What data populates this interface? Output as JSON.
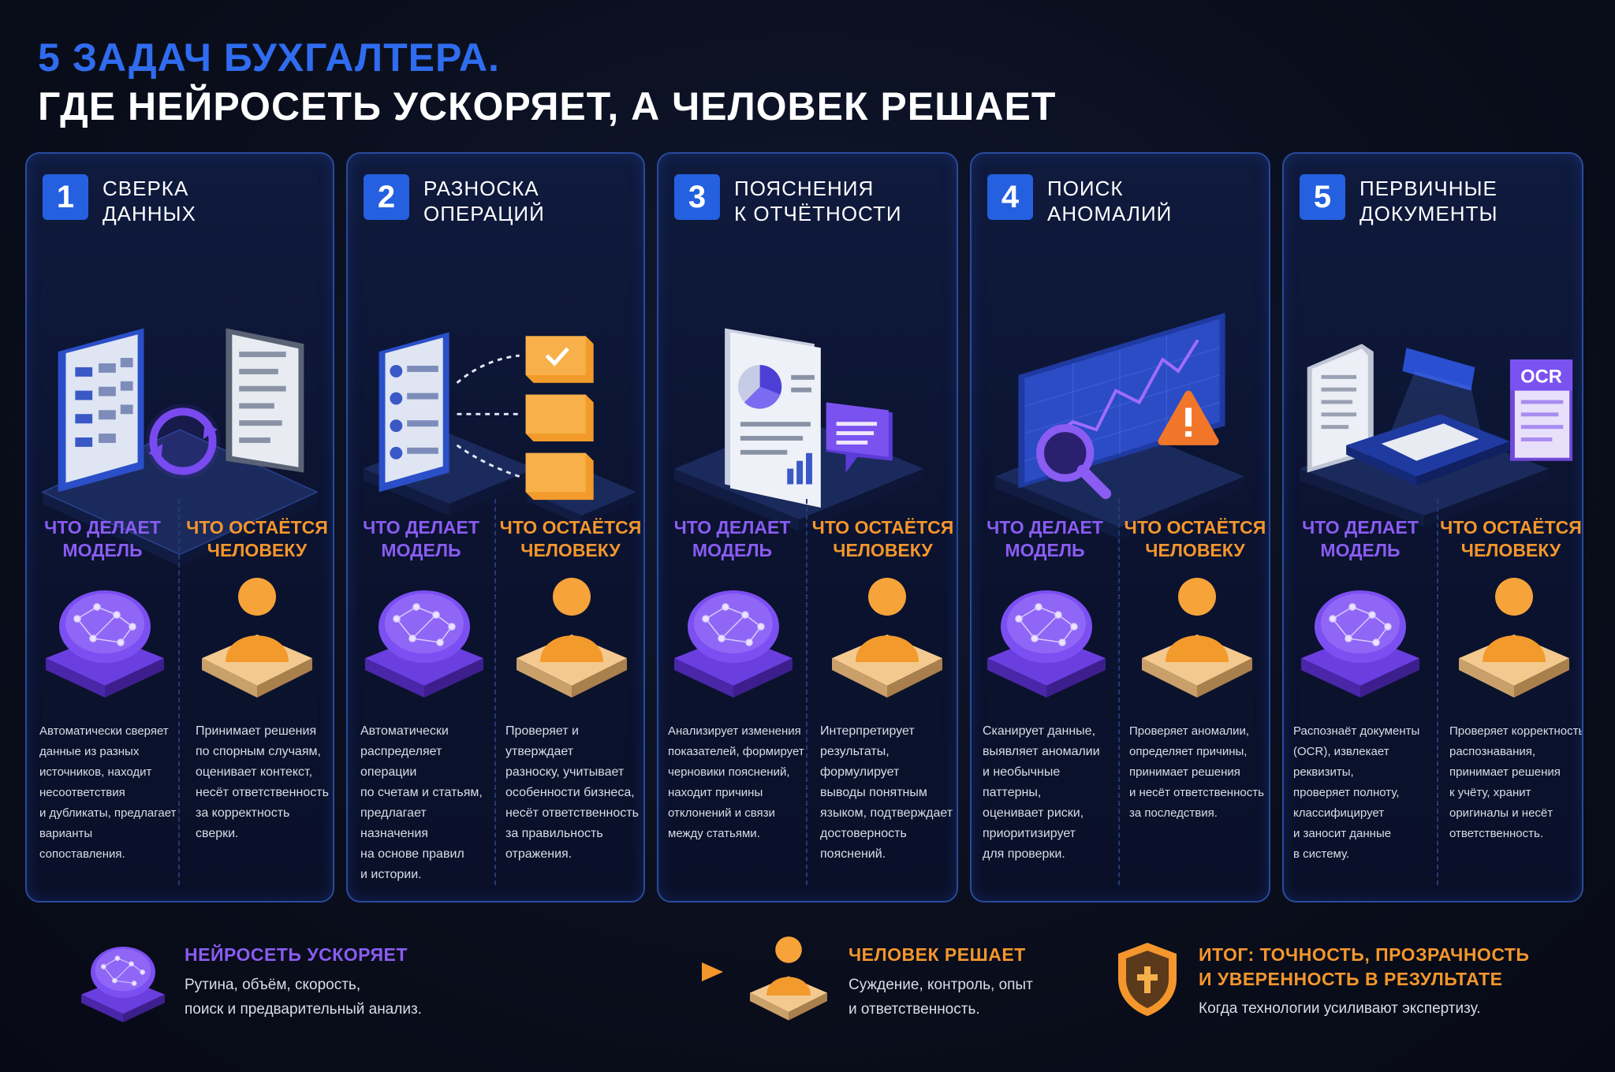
{
  "header": {
    "title_line1": "5 ЗАДАЧ БУХГАЛТЕРА.",
    "title_line2": "ГДЕ НЕЙРОСЕТЬ УСКОРЯЕТ, А ЧЕЛОВЕК РЕШАЕТ"
  },
  "columns": {
    "model_label": "ЧТО ДЕЛАЕТ\nМОДЕЛЬ",
    "human_label": "ЧТО ОСТАЁТСЯ\nЧЕЛОВЕКУ"
  },
  "cards": [
    {
      "number": "1",
      "title": "СВЕРКА\nДАННЫХ",
      "icon": "data-reconciliation-icon",
      "model_text": "Автоматически сверяет\nданные из разных\nисточников, находит\nнесоответствия\nи дубликаты, предлагает\nварианты сопоставления.",
      "human_text": "Принимает решения\nпо спорным случаям,\nоценивает контекст,\nнесёт ответственность\nза корректность\nсверки."
    },
    {
      "number": "2",
      "title": "РАЗНОСКА\nОПЕРАЦИЙ",
      "icon": "operations-posting-icon",
      "model_text": "Автоматически\nраспределяет операции\nпо счетам и статьям,\nпредлагает назначения\nна основе правил\nи истории.",
      "human_text": "Проверяет и утверждает\nразноску, учитывает\nособенности бизнеса,\nнесёт ответственность\nза правильность\nотражения."
    },
    {
      "number": "3",
      "title": "ПОЯСНЕНИЯ\nК ОТЧЁТНОСТИ",
      "icon": "report-explanations-icon",
      "model_text": "Анализирует изменения\nпоказателей, формирует\nчерновики пояснений,\nнаходит причины\nотклонений и связи\nмежду статьями.",
      "human_text": "Интерпретирует\nрезультаты, формулирует\nвыводы понятным\nязыком, подтверждает\nдостоверность\nпояснений."
    },
    {
      "number": "4",
      "title": "ПОИСК\nАНОМАЛИЙ",
      "icon": "anomaly-search-icon",
      "model_text": "Сканирует данные,\nвыявляет аномалии\nи необычные паттерны,\nоценивает риски,\nприоритизирует\nдля проверки.",
      "human_text": "Проверяет аномалии,\nопределяет причины,\nпринимает решения\nи несёт ответственность\nза последствия."
    },
    {
      "number": "5",
      "title": "ПЕРВИЧНЫЕ\nДОКУМЕНТЫ",
      "icon": "primary-documents-icon",
      "ocr_label": "OCR",
      "model_text": "Распознаёт документы\n(OCR), извлекает реквизиты,\nпроверяет полноту,\nклассифицирует\nи заносит данные\nв систему.",
      "human_text": "Проверяет корректность\nраспознавания,\nпринимает решения\nк учёту, хранит\nоригиналы и несёт\nответственность."
    }
  ],
  "footer": {
    "ai_title": "НЕЙРОСЕТЬ УСКОРЯЕТ",
    "ai_text": "Рутина, объём, скорость,\nпоиск и предварительный анализ.",
    "human_title": "ЧЕЛОВЕК РЕШАЕТ",
    "human_text": "Суждение, контроль, опыт\nи ответственность.",
    "result_title": "ИТОГ: ТОЧНОСТЬ, ПРОЗРАЧНОСТЬ\nИ УВЕРЕННОСТЬ В РЕЗУЛЬТАТЕ",
    "result_text": "Когда технологии усиливают экспертизу."
  },
  "colors": {
    "accent_blue": "#2f6cf0",
    "model_purple": "#8a5cf2",
    "human_orange": "#f4962c"
  }
}
